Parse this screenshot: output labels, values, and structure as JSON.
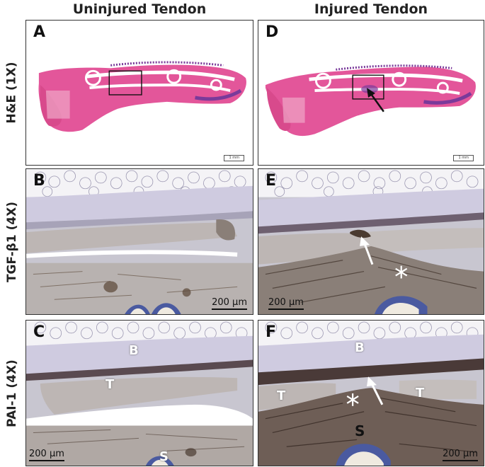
{
  "columns": {
    "left": "Uninjured Tendon",
    "right": "Injured Tendon"
  },
  "rows": {
    "he": "H&E (1X)",
    "tgf": "TGF-β1 (4X)",
    "pai": "PAI-1 (4X)"
  },
  "panels": {
    "A": {
      "letter": "A",
      "scale": "1 mm"
    },
    "B": {
      "letter": "B",
      "scale": "200 µm"
    },
    "C": {
      "letter": "C",
      "scale": "200 µm",
      "labels": {
        "bone": "B",
        "tendon": "T",
        "sesamoid": "S"
      }
    },
    "D": {
      "letter": "D",
      "scale": "1 mm"
    },
    "E": {
      "letter": "E",
      "scale": "200 µm"
    },
    "F": {
      "letter": "F",
      "scale": "200 µm",
      "labels": {
        "bone": "B",
        "tendon_left": "T",
        "tendon_right": "T",
        "sesamoid": "S"
      }
    }
  },
  "colors": {
    "he_pink": "#e04a8a",
    "he_purple": "#7a3a9a",
    "ihc_background": "#c8c6d0",
    "bone_band": "#cfcbe0",
    "tendon_band": "#bdb6b4",
    "stain_brown": "#5a4636",
    "fat_white": "#f4f3f6",
    "sesamoid_blue": "#4a5aa0"
  }
}
